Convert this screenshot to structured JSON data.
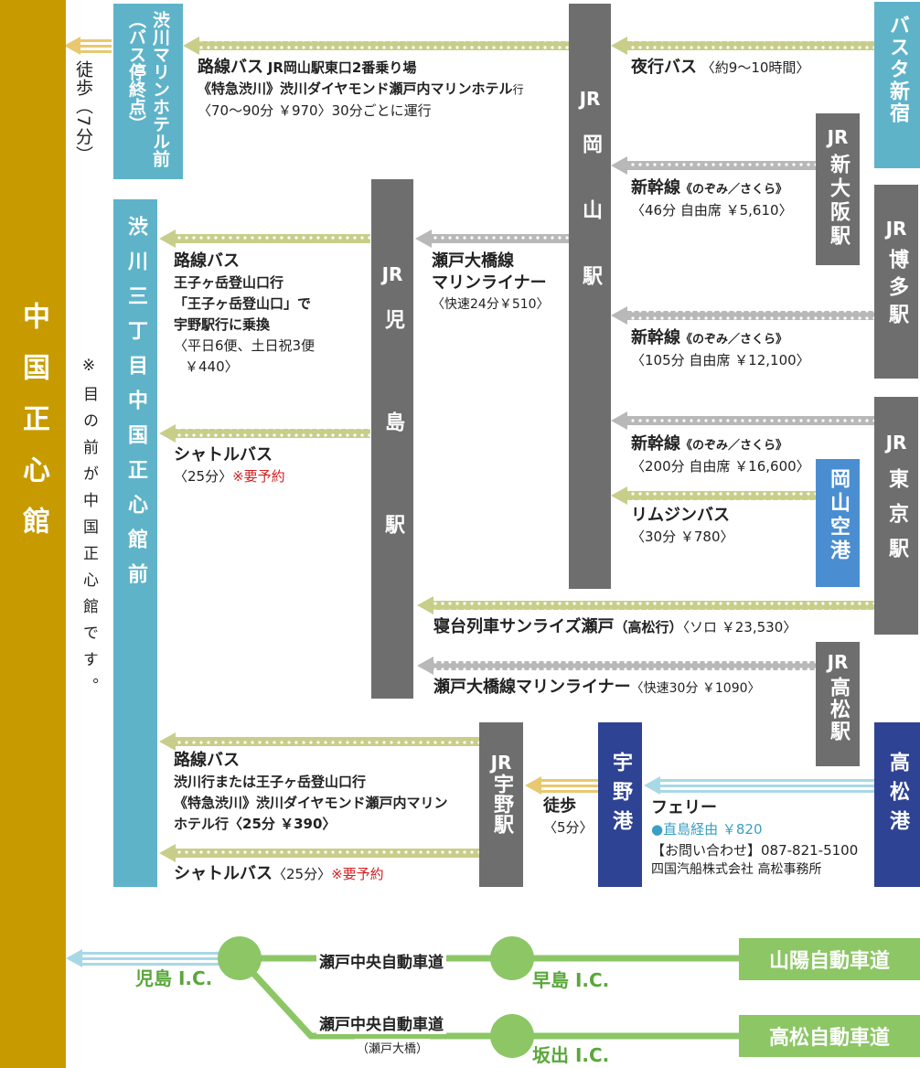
{
  "colors": {
    "gold": "#c79b00",
    "gray": "#6e6e6e",
    "teal": "#5eb3c9",
    "navy": "#2f4394",
    "blue": "#4a8ed1",
    "green": "#8cc665",
    "arrow_dots": "#c8ce8a",
    "red": "#d42020"
  },
  "destination": {
    "name": "中国正心館",
    "note": "※目の前が中国正心館です。"
  },
  "stops": {
    "shibukawa_marine": "渋川マリンホテル前（バス停終点）",
    "shibukawa_3chome": "渋川三丁目中国正心館前",
    "walk_top": "徒歩（7分）"
  },
  "stations": {
    "jr_okayama": {
      "jr": "JR",
      "name": "岡山駅"
    },
    "jr_kojima": {
      "jr": "JR",
      "name": "児島駅"
    },
    "jr_uno": {
      "jr": "JR",
      "name": "宇野駅"
    },
    "uno_port": "宇野港",
    "busta": "バスタ新宿",
    "shin_osaka": {
      "jr": "JR",
      "name": "新大阪駅"
    },
    "hakata": {
      "jr": "JR",
      "name": "博多駅"
    },
    "tokyo": {
      "jr": "JR",
      "name": "東京駅"
    },
    "okayama_airport": "岡山空港",
    "takamatsu_jr": {
      "jr": "JR",
      "name": "高松駅"
    },
    "takamatsu_port": "高松港"
  },
  "routes": {
    "night_bus": {
      "title": "夜行バス",
      "detail": "〈約9～10時間〉"
    },
    "route_bus_okayama": {
      "title": "路線バス",
      "stop": "JR岡山駅東口2番乗り場",
      "line1": "《特急渋川》渋川ダイヤモンド瀬戸内マリンホテル",
      "line1_suffix": "行",
      "line2": "〈70～90分 ￥970〉30分ごとに運行"
    },
    "shinkansen_osaka": {
      "title": "新幹線",
      "kind": "《のぞみ／さくら》",
      "detail": "〈46分 自由席 ￥5,610〉"
    },
    "marine_liner_okayama": {
      "title1": "瀬戸大橋線",
      "title2": "マリンライナー",
      "detail": "〈快速24分￥510〉"
    },
    "route_bus_kojima": {
      "title": "路線バス",
      "line1": "王子ヶ岳登山口行",
      "line2": "「王子ヶ岳登山口」で",
      "line3": "宇野駅行に乗換",
      "line4": "〈平日6便、土日祝3便",
      "line5": "￥440〉"
    },
    "shinkansen_hakata": {
      "title": "新幹線",
      "kind": "《のぞみ／さくら》",
      "detail": "〈105分 自由席 ￥12,100〉"
    },
    "shuttle_kojima": {
      "title": "シャトルバス",
      "detail": "〈25分〉",
      "note": "※要予約"
    },
    "shinkansen_tokyo": {
      "title": "新幹線",
      "kind": "《のぞみ／さくら》",
      "detail": "〈200分 自由席 ￥16,600〉"
    },
    "limousine": {
      "title": "リムジンバス",
      "detail": "〈30分 ￥780〉"
    },
    "sunrise": {
      "title": "寝台列車サンライズ瀬戸",
      "sub": "（高松行）",
      "detail": "〈ソロ ￥23,530〉"
    },
    "marine_liner_takamatsu": {
      "title": "瀬戸大橋線マリンライナー",
      "detail": "〈快速30分 ￥1090〉"
    },
    "route_bus_uno": {
      "title": "路線バス",
      "line1": "渋川行または王子ヶ岳登山口行",
      "line2": "《特急渋川》渋川ダイヤモンド瀬戸内マリン",
      "line3": "ホテル行〈25分 ￥390〉"
    },
    "shuttle_uno": {
      "title": "シャトルバス",
      "detail": "〈25分〉",
      "note": "※要予約"
    },
    "walk_uno": {
      "line1": "徒歩",
      "line2": "〈5分〉"
    },
    "ferry": {
      "title": "フェリー",
      "via": "●直島経由 ￥820",
      "contact": "【お問い合わせ】087-821-5100",
      "company": "四国汽船株式会社 高松事務所"
    }
  },
  "highway": {
    "kojima_ic": "児島 I.C.",
    "setochuo_1": "瀬戸中央自動車道",
    "setochuo_2": "瀬戸中央自動車道",
    "seto_bridge": "（瀬戸大橋）",
    "hayashima_ic": "早島 I.C.",
    "sakaide_ic": "坂出 I.C.",
    "sanyo": "山陽自動車道",
    "takamatsu_exp": "高松自動車道"
  }
}
